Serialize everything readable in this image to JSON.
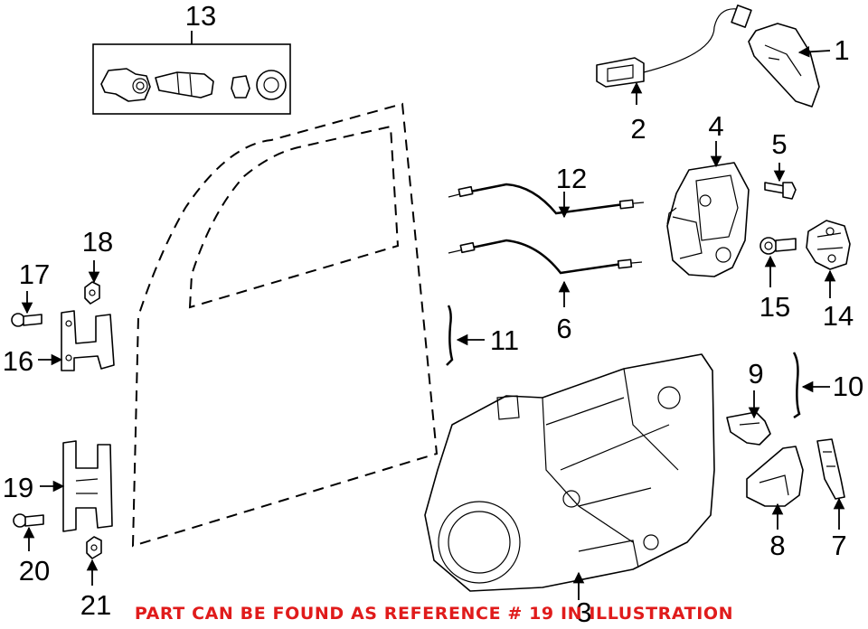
{
  "callouts": {
    "c1": "1",
    "c2": "2",
    "c3": "3",
    "c4": "4",
    "c5": "5",
    "c6": "6",
    "c7": "7",
    "c8": "8",
    "c9": "9",
    "c10": "10",
    "c11": "11",
    "c12": "12",
    "c13": "13",
    "c14": "14",
    "c15": "15",
    "c16": "16",
    "c17": "17",
    "c18": "18",
    "c19": "19",
    "c20": "20",
    "c21": "21"
  },
  "notice": "PART CAN BE FOUND AS REFERENCE # 19 IN ILLUSTRATION",
  "colors": {
    "notice": "#e01b1b",
    "line": "#000000",
    "background": "#ffffff"
  }
}
